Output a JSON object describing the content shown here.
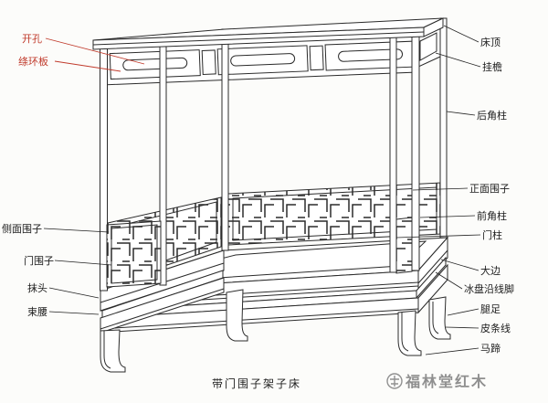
{
  "diagram": {
    "caption": "带门围子架子床",
    "watermark": {
      "brand": "福林堂红木",
      "logo": "seal-icon"
    },
    "colors": {
      "ink": "#2b2b2b",
      "label_red": "#c03a2b",
      "watermark_gray": "#8f8f8f"
    },
    "labels": {
      "left": [
        {
          "id": "open-slot",
          "text": "开孔",
          "red": true
        },
        {
          "id": "taohuan-board",
          "text": "绦环板",
          "red": true
        },
        {
          "id": "side-rail",
          "text": "侧面围子"
        },
        {
          "id": "door-rail",
          "text": "门围子"
        },
        {
          "id": "end-rail",
          "text": "抹头"
        },
        {
          "id": "waist",
          "text": "束腰"
        }
      ],
      "right": [
        {
          "id": "canopy-top",
          "text": "床顶"
        },
        {
          "id": "hanging-eave",
          "text": "挂檐"
        },
        {
          "id": "rear-corner-post",
          "text": "后角柱"
        },
        {
          "id": "front-rail",
          "text": "正面围子"
        },
        {
          "id": "front-corner-post",
          "text": "前角柱"
        },
        {
          "id": "door-post",
          "text": "门柱"
        },
        {
          "id": "frame-edge",
          "text": "大边"
        },
        {
          "id": "ice-plate-molding",
          "text": "冰盘沿线脚"
        },
        {
          "id": "leg",
          "text": "腿足"
        },
        {
          "id": "beading-line",
          "text": "皮条线"
        },
        {
          "id": "horse-hoof",
          "text": "马蹄"
        }
      ]
    }
  }
}
